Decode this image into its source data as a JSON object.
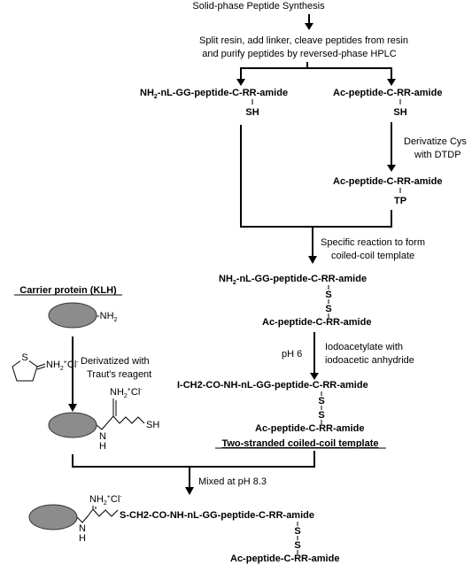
{
  "steps": {
    "spps": "Solid-phase Peptide Synthesis",
    "split_1": "Split resin, add linker, cleave peptides from resin",
    "split_2": "and purify peptides by reversed-phase HPLC",
    "deriv_cys_1": "Derivatize Cys",
    "deriv_cys_2": "with DTDP",
    "specific_1": "Specific reaction to form",
    "specific_2": "coiled-coil template",
    "ph6": "pH 6",
    "iodo_1": "Iodoacetylate with",
    "iodo_2": "iodoacetic anhydride",
    "traut_1": "Derivatized with",
    "traut_2": "Traut's reagent",
    "mixed": "Mixed at pH 8.3"
  },
  "peptides": {
    "nh2": "NH",
    "nh2_sub": "2",
    "nh2_rest": "-nL-GG-peptide-C-RR-amide",
    "ac_peptide": "Ac-peptide-C-RR-amide",
    "sh": "SH",
    "tp": "TP",
    "s": "S",
    "iodo_peptide": "I-CH2-CO-NH-nL-GG-peptide-C-RR-amide",
    "final_chain": "S-CH2-CO-NH-nL-GG-peptide-C-RR-amide"
  },
  "labels": {
    "carrier": "Carrier protein (KLH)",
    "two_stranded": "Two-stranded coiled-coil template",
    "blob_nh2": "-NH",
    "blob_nh2_sub": "2",
    "traut_s": "S",
    "traut_nh": "NH",
    "traut_nh_sub": "2",
    "traut_cl": "Cl",
    "traut_minus": "-",
    "traut_plus": "+",
    "amidine_n": "N",
    "amidine_h": "H",
    "terminal_sh": "SH"
  },
  "colors": {
    "protein_fill": "#8c8c8c",
    "line": "#000000"
  }
}
